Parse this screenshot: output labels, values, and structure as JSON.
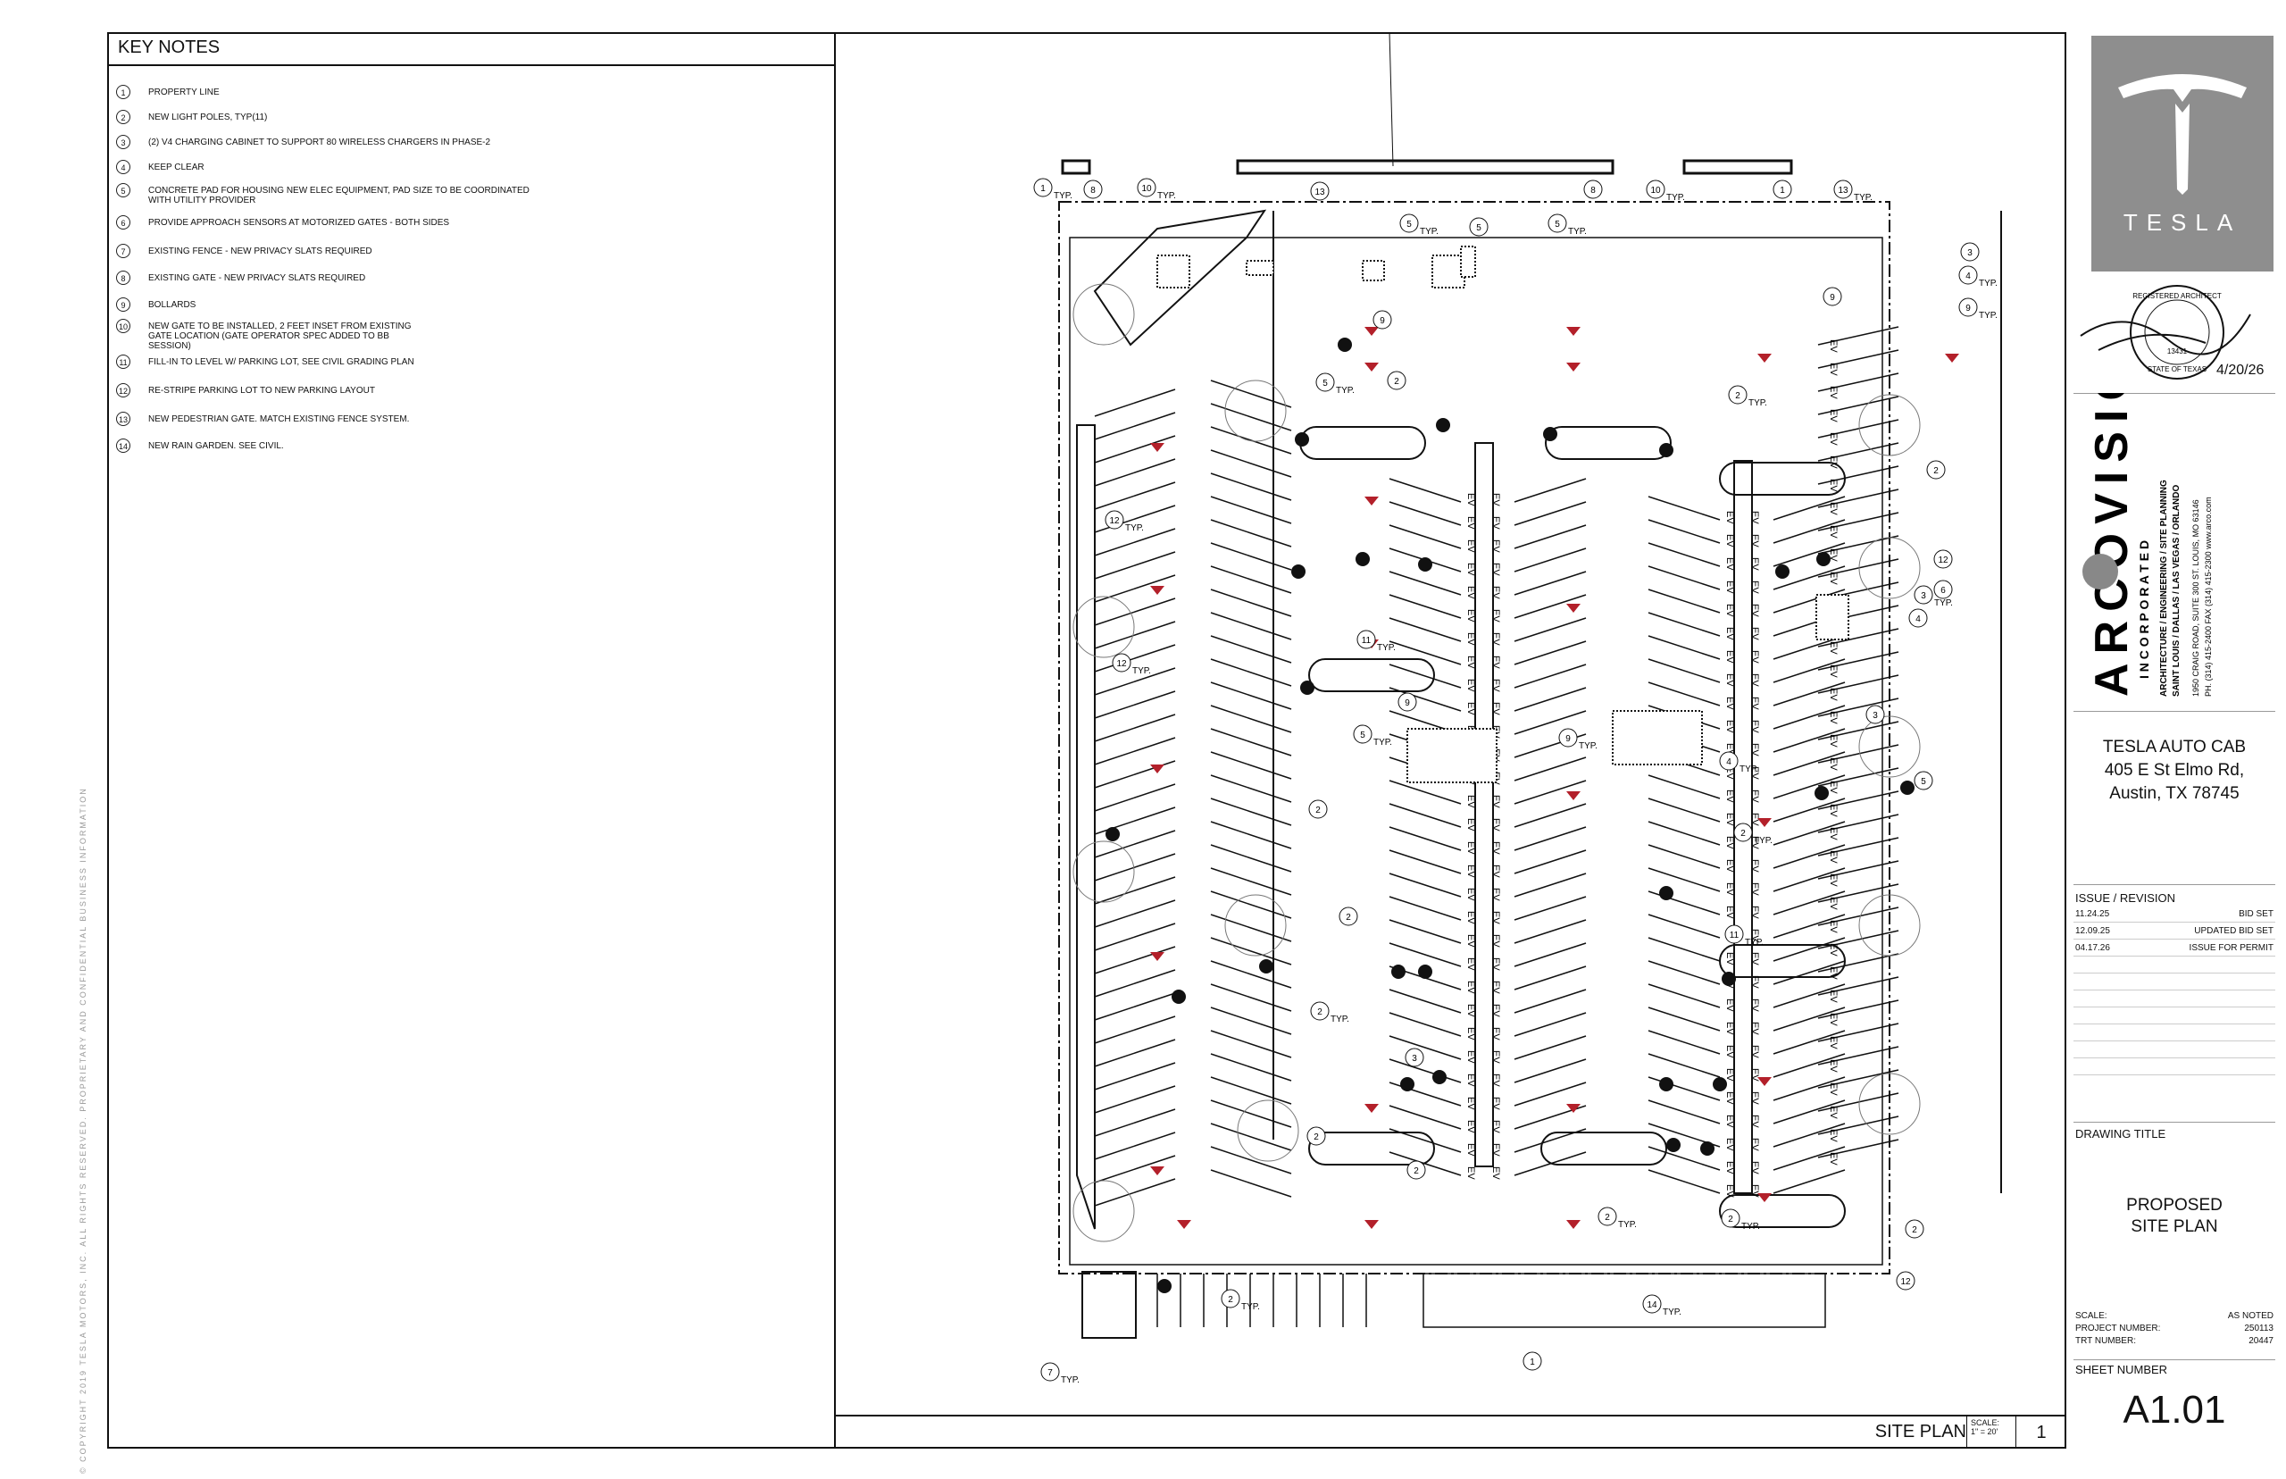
{
  "key_notes": {
    "title": "KEY NOTES",
    "items": [
      {
        "num": "1",
        "text": "PROPERTY LINE"
      },
      {
        "num": "2",
        "text": "NEW LIGHT POLES, TYP(11)"
      },
      {
        "num": "3",
        "text": "(2) V4 CHARGING CABINET TO SUPPORT 80 WIRELESS CHARGERS IN PHASE-2"
      },
      {
        "num": "4",
        "text": "KEEP CLEAR"
      },
      {
        "num": "5",
        "text": "CONCRETE PAD FOR HOUSING NEW ELEC EQUIPMENT, PAD SIZE TO BE COORDINATED\nWITH UTILITY PROVIDER"
      },
      {
        "num": "6",
        "text": "PROVIDE APPROACH SENSORS AT MOTORIZED GATES - BOTH SIDES"
      },
      {
        "num": "7",
        "text": "EXISTING FENCE - NEW PRIVACY SLATS REQUIRED"
      },
      {
        "num": "8",
        "text": "EXISTING GATE - NEW PRIVACY SLATS REQUIRED"
      },
      {
        "num": "9",
        "text": "BOLLARDS"
      },
      {
        "num": "10",
        "text": "NEW GATE TO BE INSTALLED, 2 FEET INSET FROM EXISTING\nGATE LOCATION (GATE OPERATOR SPEC ADDED TO BB\nSESSION)"
      },
      {
        "num": "11",
        "text": "FILL-IN TO LEVEL W/ PARKING LOT, SEE CIVIL GRADING PLAN"
      },
      {
        "num": "12",
        "text": "RE-STRIPE PARKING LOT TO NEW PARKING LAYOUT"
      },
      {
        "num": "13",
        "text": "NEW PEDESTRIAN GATE. MATCH EXISTING FENCE SYSTEM."
      },
      {
        "num": "14",
        "text": "NEW RAIN GARDEN. SEE CIVIL."
      }
    ]
  },
  "plan": {
    "stall_label": "EV",
    "typ_label": "TYP.",
    "callouts": [
      "1",
      "8",
      "10",
      "13",
      "5",
      "5",
      "5",
      "8",
      "10",
      "1",
      "13",
      "3",
      "4",
      "9",
      "9",
      "9",
      "5",
      "2",
      "2",
      "2",
      "12",
      "12",
      "12",
      "6",
      "3",
      "4",
      "11",
      "9",
      "5",
      "3",
      "9",
      "2",
      "4",
      "5",
      "2",
      "2",
      "2",
      "3",
      "11",
      "2",
      "2",
      "2",
      "2",
      "12",
      "14",
      "1",
      "7",
      "2",
      "2"
    ]
  },
  "plan_footer": {
    "label": "SITE PLAN",
    "scale_label": "SCALE:",
    "scale_value": "1\" = 20'",
    "detail_number": "1"
  },
  "title_block": {
    "brand": "TESLA",
    "seal_date": "4/20/26",
    "seal_text": "REGISTERED ARCHITECT · STATE OF TEXAS",
    "seal_number": "13431",
    "firm": {
      "name": "ARCOVISION",
      "incorporated": "I N C O R P O R A T E D",
      "services": "ARCHITECTURE / ENGINEERING / SITE PLANNING",
      "cities": "SAINT LOUIS / DALLAS / LAS VEGAS / ORLANDO",
      "address": "1950 CRAIG ROAD, SUITE 300   ST. LOUIS, MO 63146",
      "phone": "PH. (314) 415-2400   FAX (314) 415-2300   www.arco.com"
    },
    "project": {
      "name": "TESLA AUTO CAB",
      "address1": "405 E St Elmo Rd,",
      "address2": "Austin, TX 78745"
    },
    "issue_title": "ISSUE / REVISION",
    "issues": [
      {
        "date": "11.24.25",
        "desc": "BID SET"
      },
      {
        "date": "12.09.25",
        "desc": "UPDATED BID SET"
      },
      {
        "date": "04.17.26",
        "desc": "ISSUE FOR PERMIT"
      }
    ],
    "drawing_title_label": "DRAWING TITLE",
    "drawing_title_line1": "PROPOSED",
    "drawing_title_line2": "SITE PLAN",
    "meta": [
      {
        "key": "SCALE:",
        "value": "AS NOTED"
      },
      {
        "key": "PROJECT NUMBER:",
        "value": "250113"
      },
      {
        "key": "TRT NUMBER:",
        "value": "20447"
      }
    ],
    "sheet_number_label": "SHEET NUMBER",
    "sheet_number": "A1.01"
  },
  "copyright": "© COPYRIGHT 2019 TESLA MOTORS, INC.  ALL RIGHTS RESERVED.  PROPRIETARY AND CONFIDENTIAL BUSINESS INFORMATION",
  "colors": {
    "line": "#111111",
    "arrow": "#b3202a",
    "logo_bg": "#8e8e8e",
    "faint": "#999999"
  }
}
